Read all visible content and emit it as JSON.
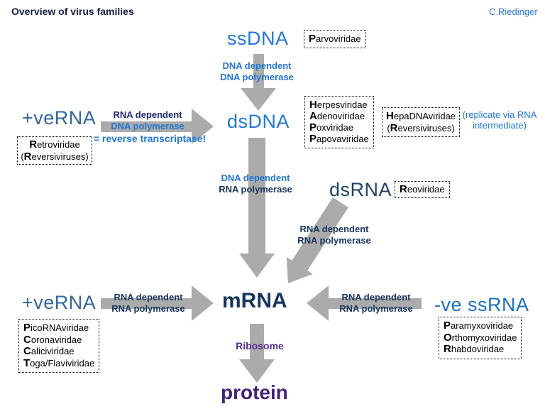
{
  "header": {
    "title": "Overview of virus families",
    "author": "C.Riedinger"
  },
  "nodes": {
    "ssdna": "ssDNA",
    "dsdna": "dsDNA",
    "dsrna": "dsRNA",
    "mrna": "mRNA",
    "protein": "protein",
    "pverna_top": "+veRNA",
    "pverna_bottom": "+veRNA",
    "neg_ssrna": "-ve ssRNA"
  },
  "arrow_labels": {
    "ssdna_to_dsdna": {
      "line1": "DNA dependent",
      "line2": "DNA polymerase"
    },
    "pverna_to_dsdna": {
      "line1": "RNA dependent",
      "line2": "DNA polymerase",
      "line3": "= reverse transcriptase!"
    },
    "dsdna_to_mrna": {
      "line1": "DNA dependent",
      "line2": "RNA polymerase"
    },
    "dsrna_to_mrna": {
      "line1": "RNA dependent",
      "line2": "RNA polymerase"
    },
    "pverna_to_mrna": {
      "line1": "RNA dependent",
      "line2": "RNA polymerase"
    },
    "neg_ssrna_to_mrna": {
      "line1": "RNA dependent",
      "line2": "RNA polymerase"
    },
    "mrna_to_protein": "Ribosome"
  },
  "notes": {
    "replicate": {
      "line1": "(replicate via RNA",
      "line2": "intermediate)"
    }
  },
  "family_boxes": {
    "parvoviridae": {
      "lines": [
        {
          "pre": "",
          "bold": "P",
          "rest": "arvoviridae"
        }
      ]
    },
    "retroviridae": {
      "lines": [
        {
          "pre": "",
          "bold": "R",
          "rest": "etroviridae"
        },
        {
          "pre": "(",
          "bold": "R",
          "rest": "eversiviruses)"
        }
      ]
    },
    "dsdna_families": {
      "lines": [
        {
          "pre": "",
          "bold": "H",
          "rest": "erpesviridae"
        },
        {
          "pre": "",
          "bold": "A",
          "rest": "denoviridae"
        },
        {
          "pre": "",
          "bold": "P",
          "rest": "oxviridae"
        },
        {
          "pre": "",
          "bold": "P",
          "rest": "apovaviridae"
        }
      ]
    },
    "hepadnaviridae": {
      "lines": [
        {
          "pre": "",
          "bold": "H",
          "rest": "epaDNAviridae"
        },
        {
          "pre": "(",
          "bold": "R",
          "rest": "eversiviruses)"
        }
      ]
    },
    "reoviridae": {
      "lines": [
        {
          "pre": "",
          "bold": "R",
          "rest": "eoviridae"
        }
      ]
    },
    "pos_rna_families": {
      "lines": [
        {
          "pre": "",
          "bold": "P",
          "rest": "icoRNAviridae"
        },
        {
          "pre": "",
          "bold": "C",
          "rest": "oronaviridae"
        },
        {
          "pre": "",
          "bold": "C",
          "rest": "aliciviridae"
        },
        {
          "pre": "",
          "bold": "T",
          "rest": "oga/Flaviviridae"
        }
      ]
    },
    "neg_rna_families": {
      "lines": [
        {
          "pre": "",
          "bold": "P",
          "rest": "aramyxoviridae"
        },
        {
          "pre": "",
          "bold": "O",
          "rest": "rthomyxoviridae"
        },
        {
          "pre": "",
          "bold": "R",
          "rest": "habdoviridae"
        }
      ]
    }
  },
  "colors": {
    "bright_blue": "#2277d4",
    "steel_blue": "#34679c",
    "dark_navy": "#17365d",
    "indigo_navy": "#1b2a70",
    "dsrna_navy": "#1d4365",
    "neg_rna_blue": "#2170bd",
    "title_navy": "#161c3d",
    "purple": "#5b2d90",
    "dark_purple": "#42217a",
    "arrow_gray": "#ababab",
    "box_text": "#000000"
  }
}
